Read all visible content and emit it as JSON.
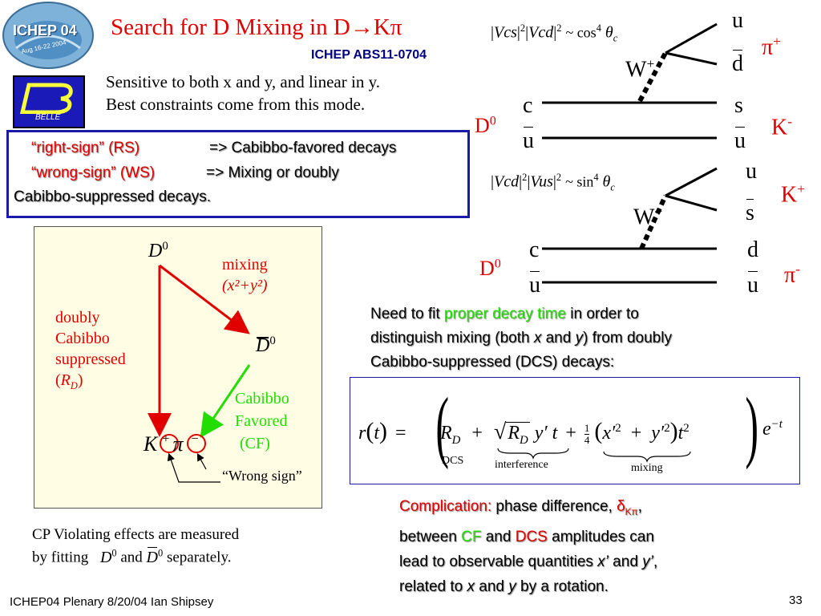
{
  "logo": {
    "text": "ICHEP 04",
    "dates": "Aug 16-22 2004"
  },
  "belle_logo": {
    "text": "BELLE"
  },
  "title": {
    "text": "Search for D Mixing in D",
    "arrow": "→",
    "tail": "Kπ"
  },
  "subtitle": "ICHEP ABS11-0704",
  "intro": [
    "Sensitive to both x and y, and linear in y.",
    "Best constraints come from this mode."
  ],
  "signs": {
    "rs_label": "“right-sign” (RS)",
    "rs_desc": "=> Cabibbo-favored decays",
    "ws_label": "“wrong-sign” (WS)",
    "ws_desc": "=> Mixing or doubly",
    "ws_desc2": "Cabibbo-suppressed decays."
  },
  "feynman": {
    "top": {
      "factor": {
        "a": "Vcs",
        "b": "Vcd",
        "pow": "2",
        "op": "~ cos",
        "exp": "4",
        "theta": "θ",
        "sub": "c"
      },
      "w": "W",
      "w_sign": "+",
      "upper": [
        "u",
        "d"
      ],
      "upper_label": "π",
      "upper_sign": "+",
      "quarks_left": [
        "c",
        "u"
      ],
      "quarks_right": [
        "s",
        "u"
      ],
      "meson": "D",
      "meson_sup": "0",
      "lower_label": "K",
      "lower_sign": "-"
    },
    "bottom": {
      "factor": {
        "a": "Vcd",
        "b": "Vus",
        "pow": "2",
        "op": "~ sin",
        "exp": "4",
        "theta": "θ",
        "sub": "c"
      },
      "w": "W",
      "w_sign": "+",
      "upper": [
        "u",
        "s"
      ],
      "upper_label": "K",
      "upper_sign": "+",
      "quarks_left": [
        "c",
        "u"
      ],
      "quarks_right": [
        "d",
        "u"
      ],
      "meson": "D",
      "meson_sup": "0",
      "lower_label": "π",
      "lower_sign": "-"
    }
  },
  "diagram": {
    "d0": "D",
    "d0_sup": "0",
    "d0bar": "D",
    "d0bar_sup": "0",
    "mixing": "mixing",
    "mixing_formula": "(x²+y²)",
    "dcs": [
      "doubly",
      "Cabibbo",
      "suppressed"
    ],
    "rd": "R",
    "rd_sub": "D",
    "cf": [
      "Cabibbo",
      "Favored",
      "(CF)"
    ],
    "k": "K",
    "k_sign": "+",
    "pi": "π",
    "pi_sign": "−",
    "wrong_sign": "“Wrong sign”"
  },
  "cp": {
    "line1": "CP Violating effects are measured",
    "line2": "by fitting",
    "d": "D",
    "sup": "0",
    "and": "and",
    "separately": "separately."
  },
  "need": {
    "pre": "Need to fit ",
    "highlight": "proper decay time",
    "post": " in order to",
    "l2a": "distinguish mixing (both ",
    "x": "x",
    "and": " and ",
    "y": "y",
    "l2b": ") from doubly",
    "l3": "Cabibbo-suppressed (DCS) decays:"
  },
  "formula": {
    "lhs": "r",
    "t": "t",
    "eq": "=",
    "rd": "R",
    "rd_sub": "D",
    "plus": "+",
    "yp": "y′",
    "quarter_num": "1",
    "quarter_den": "4",
    "xp": "x′",
    "sq": "2",
    "t2": "2",
    "e": "e",
    "exp": "−t",
    "dcs": "DCS",
    "interference": "interference",
    "mixing": "mixing"
  },
  "complication": {
    "label": "Complication:",
    "l1": "  phase difference, ",
    "delta": "δ",
    "delta_sub": "Kπ",
    "comma": ",",
    "l2a": "between ",
    "cf": "CF",
    "and": " and ",
    "dcs": "DCS",
    "l2b": " amplitudes can",
    "l3": "lead to observable quantities ",
    "xp": "x’",
    "and2": " and ",
    "yp": "y’",
    "l3b": ",",
    "l4a": "related to ",
    "x": "x",
    "and3": " and ",
    "y": "y",
    "l4b": " by a rotation."
  },
  "footer": {
    "left": "ICHEP04 Plenary 8/20/04 Ian Shipsey",
    "page": "33"
  }
}
